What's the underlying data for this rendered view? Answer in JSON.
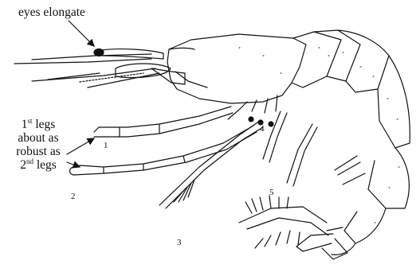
{
  "labels": {
    "eyes_note": "eyes elongate",
    "legs_note": {
      "line1_num": "1",
      "line1_sup": "st",
      "line1_rest": " legs",
      "line2": "about as",
      "line3": "robust as",
      "line4_num": "2",
      "line4_sup": "nd",
      "line4_rest": " legs"
    },
    "leg_numbers": [
      "1",
      "2",
      "3",
      "4",
      "5"
    ]
  },
  "colors": {
    "ink": "#111111",
    "background": "#ffffff"
  }
}
